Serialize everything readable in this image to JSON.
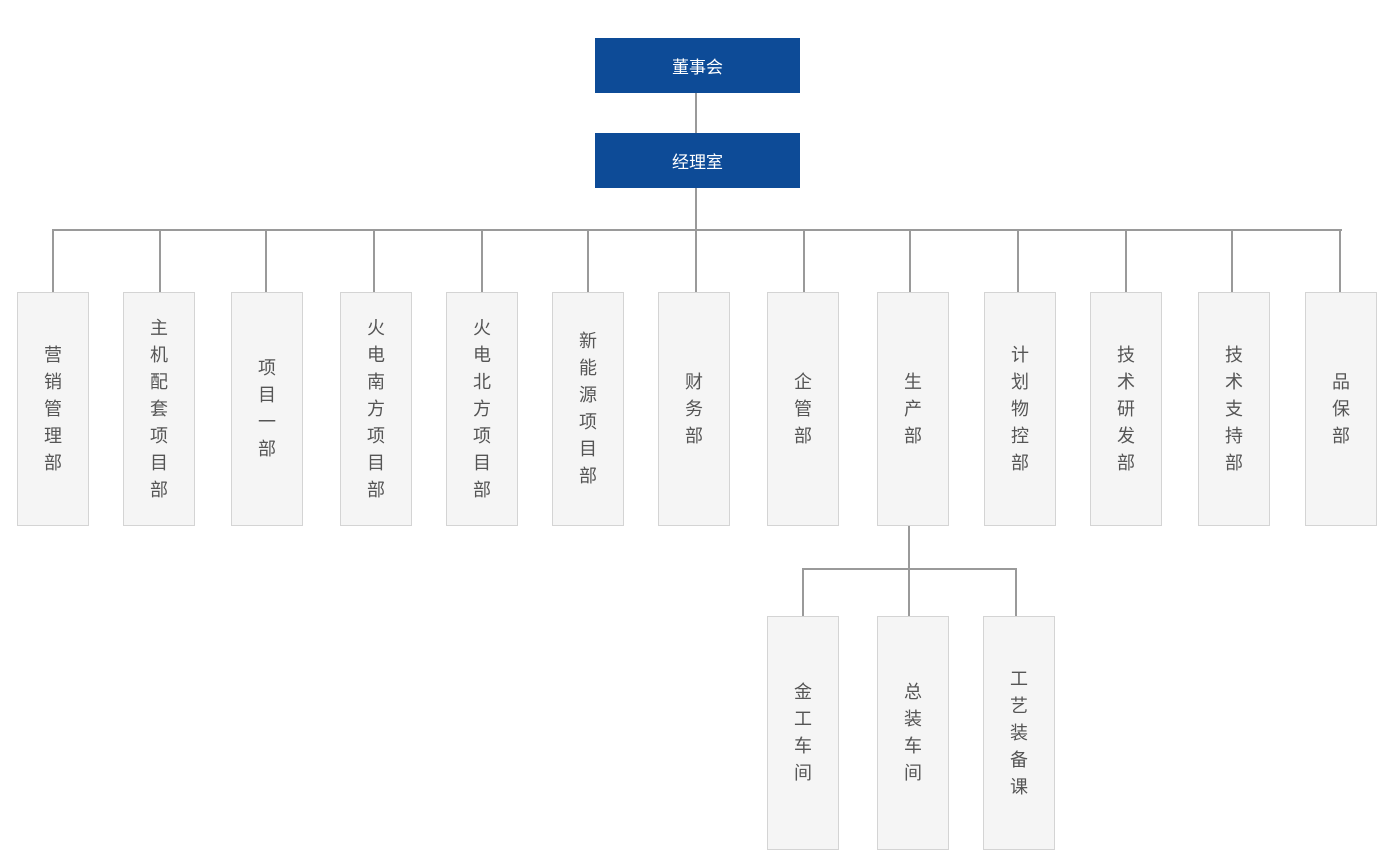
{
  "colors": {
    "top_box": "#0d4b97",
    "top_text": "#ffffff",
    "dept_bg": "#f5f5f5",
    "dept_border": "#d4d4d4",
    "dept_text": "#555555",
    "connector": "#9a9a9a"
  },
  "board": {
    "label": "董事会"
  },
  "office": {
    "label": "经理室"
  },
  "departments": [
    {
      "label": "营销管理部"
    },
    {
      "label": "主机配套项目部"
    },
    {
      "label": "项目一部"
    },
    {
      "label": "火电南方项目部"
    },
    {
      "label": "火电北方项目部"
    },
    {
      "label": "新能源项目部"
    },
    {
      "label": "财务部"
    },
    {
      "label": "企管部"
    },
    {
      "label": "生产部"
    },
    {
      "label": "计划物控部"
    },
    {
      "label": "技术研发部"
    },
    {
      "label": "技术支持部"
    },
    {
      "label": "品保部"
    }
  ],
  "production_sub": [
    {
      "label": "金工车间"
    },
    {
      "label": "总装车间"
    },
    {
      "label": "工艺装备课"
    }
  ]
}
